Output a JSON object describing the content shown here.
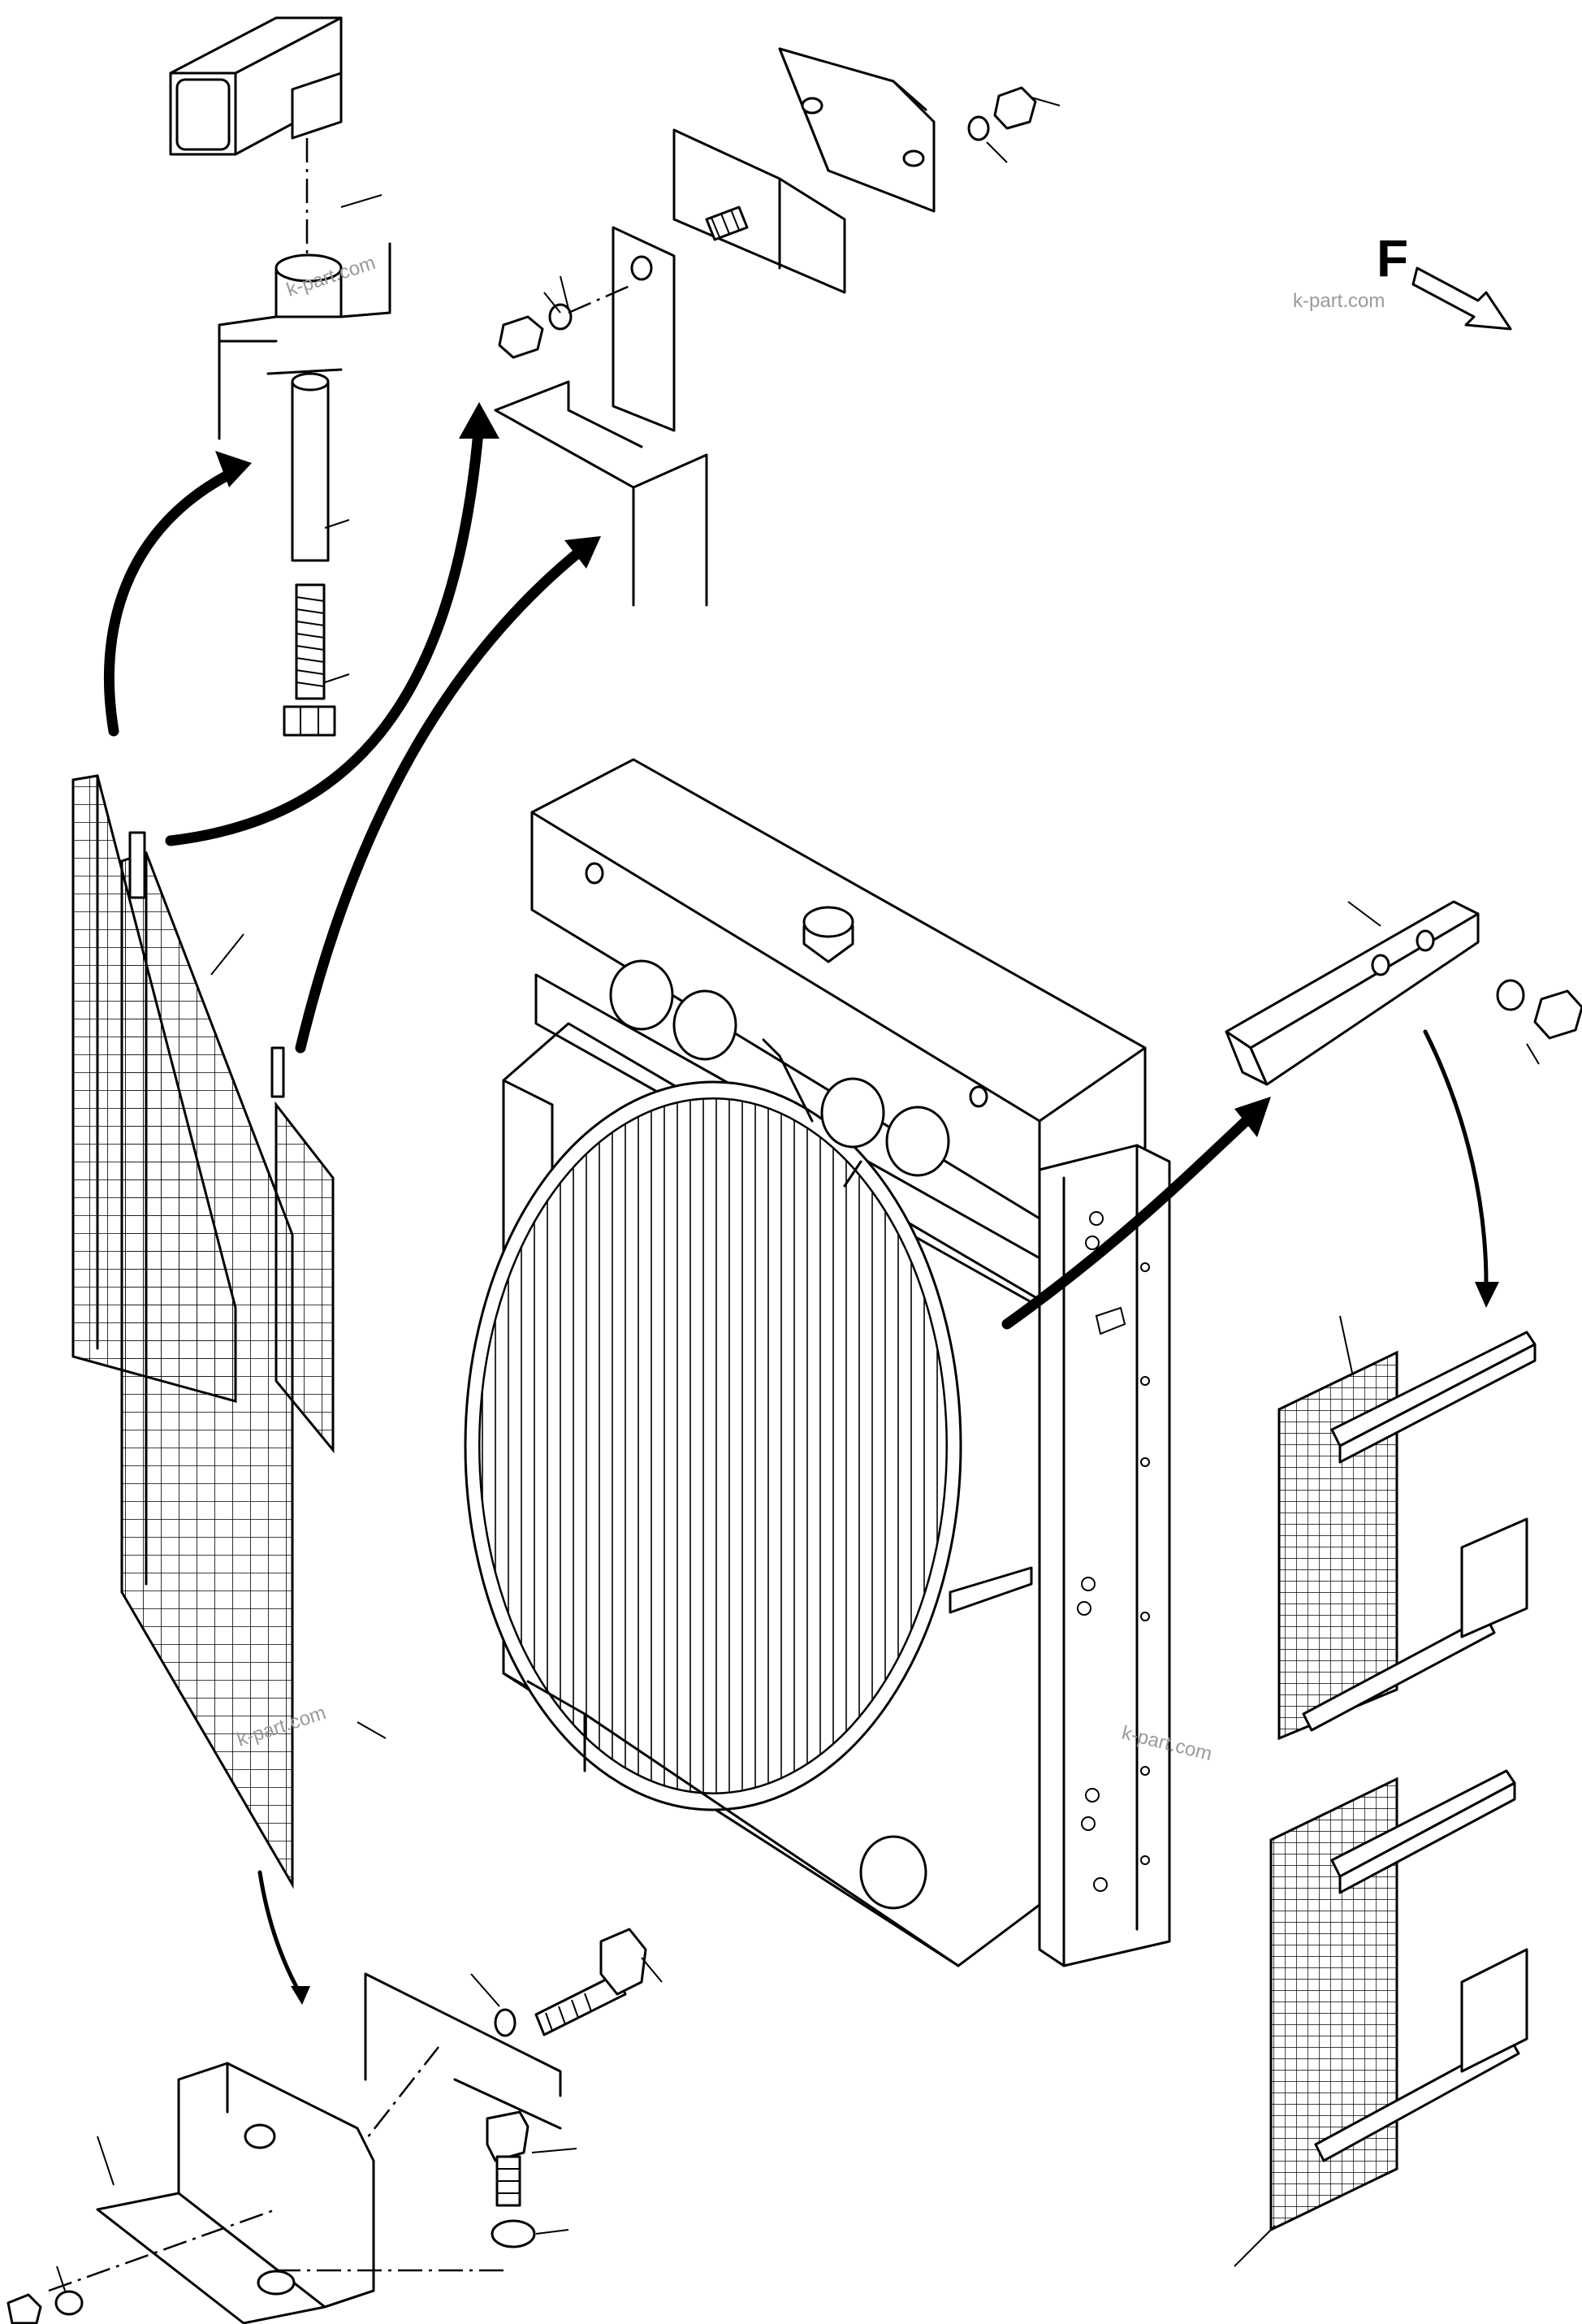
{
  "diagram": {
    "direction_label": "F",
    "watermarks": [
      "k-part.com",
      "k-part.com",
      "k-part.com",
      "k-part.com"
    ]
  }
}
